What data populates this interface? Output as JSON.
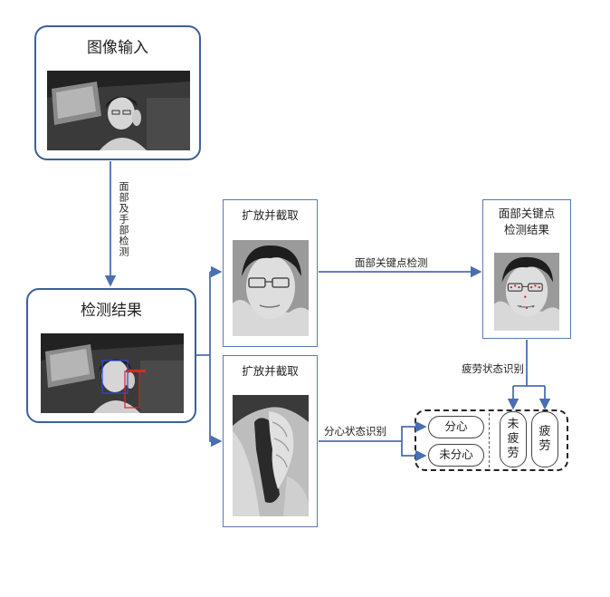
{
  "panels": {
    "input": {
      "title": "图像输入"
    },
    "detection": {
      "title": "检测结果"
    },
    "crop_face": {
      "title": "扩放并截取"
    },
    "crop_hand": {
      "title": "扩放并截取"
    },
    "keypoints": {
      "title_line1": "面部关键点",
      "title_line2": "检测结果"
    }
  },
  "arrows": {
    "face_hand_detection": "面部及手部检测",
    "face_keypoint_detection": "面部关键点检测",
    "distraction_recognition": "分心状态识别",
    "fatigue_recognition": "疲劳状态识别"
  },
  "outputs": {
    "distracted": "分心",
    "not_distracted": "未分心",
    "not_fatigued": [
      "未",
      "疲",
      "劳"
    ],
    "fatigued": [
      "疲",
      "劳"
    ]
  },
  "colors": {
    "accent": "#3d5f9c",
    "arrow": "#4a6fb0"
  }
}
